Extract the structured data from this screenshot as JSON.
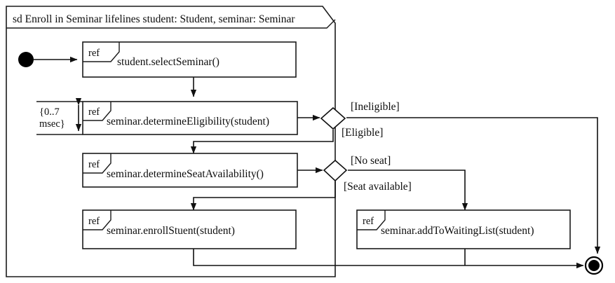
{
  "diagram": {
    "kind": "uml-interaction-overview-diagram",
    "frame": {
      "title": "sd Enroll in Seminar lifelines student: Student, seminar: Seminar"
    },
    "ref_keyword": "ref",
    "nodes": [
      {
        "id": "initial",
        "type": "initial-node",
        "label": ""
      },
      {
        "id": "ref-select-seminar",
        "type": "interaction-use",
        "keyword": "ref",
        "label": "student.selectSeminar()"
      },
      {
        "id": "ref-determine-eligibility",
        "type": "interaction-use",
        "keyword": "ref",
        "label": "seminar.determineEligibility(student)"
      },
      {
        "id": "ref-determine-seat-availability",
        "type": "interaction-use",
        "keyword": "ref",
        "label": "seminar.determineSeatAvailability()"
      },
      {
        "id": "ref-enroll-student",
        "type": "interaction-use",
        "keyword": "ref",
        "label": "seminar.enrollStuent(student)"
      },
      {
        "id": "ref-add-to-waiting-list",
        "type": "interaction-use",
        "keyword": "ref",
        "label": "seminar.addToWaitingList(student)"
      },
      {
        "id": "decision-eligibility",
        "type": "decision-node",
        "label": ""
      },
      {
        "id": "decision-seat",
        "type": "decision-node",
        "label": ""
      },
      {
        "id": "final",
        "type": "final-node",
        "label": ""
      }
    ],
    "guards": {
      "ineligible": "[Ineligible]",
      "eligible": "[Eligible]",
      "no_seat": "[No seat]",
      "seat_available": "[Seat available]"
    },
    "constraint": {
      "line1": "{0..7",
      "line2": "msec}"
    },
    "colors": {
      "stroke": "#1a1a1a",
      "background": "#ffffff",
      "node": "#000000"
    }
  }
}
